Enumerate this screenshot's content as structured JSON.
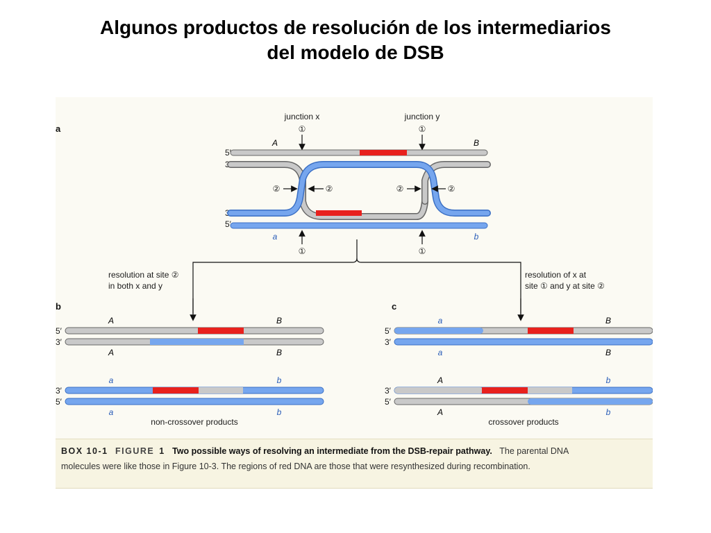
{
  "title": {
    "line1": "Algunos productos de resolución de los intermediarios",
    "line2": "del modelo  de DSB"
  },
  "figure": {
    "panels": {
      "a": "a",
      "b": "b",
      "c": "c"
    },
    "panel_a": {
      "junction_x": "junction x",
      "junction_y": "junction y",
      "site1": "①",
      "site2": "②",
      "strand_top_5": "5′",
      "strand_top_3": "3′",
      "strand_bot_3": "3′",
      "strand_bot_5": "5′",
      "allele_A": "A",
      "allele_B": "B",
      "allele_a": "a",
      "allele_b": "b"
    },
    "resolution_left": {
      "line1": "resolution at site ②",
      "line2": "in both x and y"
    },
    "resolution_right": {
      "line1": "resolution of x at",
      "line2": "site ① and y at site ②"
    },
    "panel_b": {
      "caption": "non-crossover products",
      "top_upper": "A",
      "top_upper_r": "B",
      "top_lower": "A",
      "top_lower_r": "B",
      "bot_upper": "a",
      "bot_upper_r": "b",
      "bot_lower": "a",
      "bot_lower_r": "b",
      "labels_5": "5′",
      "labels_3": "3′"
    },
    "panel_c": {
      "caption": "crossover products",
      "top_upper": "a",
      "top_upper_r": "B",
      "top_lower": "a",
      "top_lower_r": "B",
      "bot_upper": "A",
      "bot_upper_r": "b",
      "bot_lower": "A",
      "bot_lower_r": "b",
      "labels_5": "5′",
      "labels_3": "3′"
    },
    "caption": {
      "box": "BOX 10-1",
      "figure_word": "FIGURE",
      "figure_num": "1",
      "bold": "Two possible ways of resolving an intermediate from the DSB-repair pathway.",
      "rest1": "The parental DNA",
      "rest2": "molecules were like those in Figure 10-3. The regions of red DNA are those that were resynthesized during recombination."
    }
  },
  "colors": {
    "grey_strand": "#c8c8c8",
    "blue_strand": "#6f9fe6",
    "red_segment": "#e8211d",
    "outline": "#555555"
  }
}
